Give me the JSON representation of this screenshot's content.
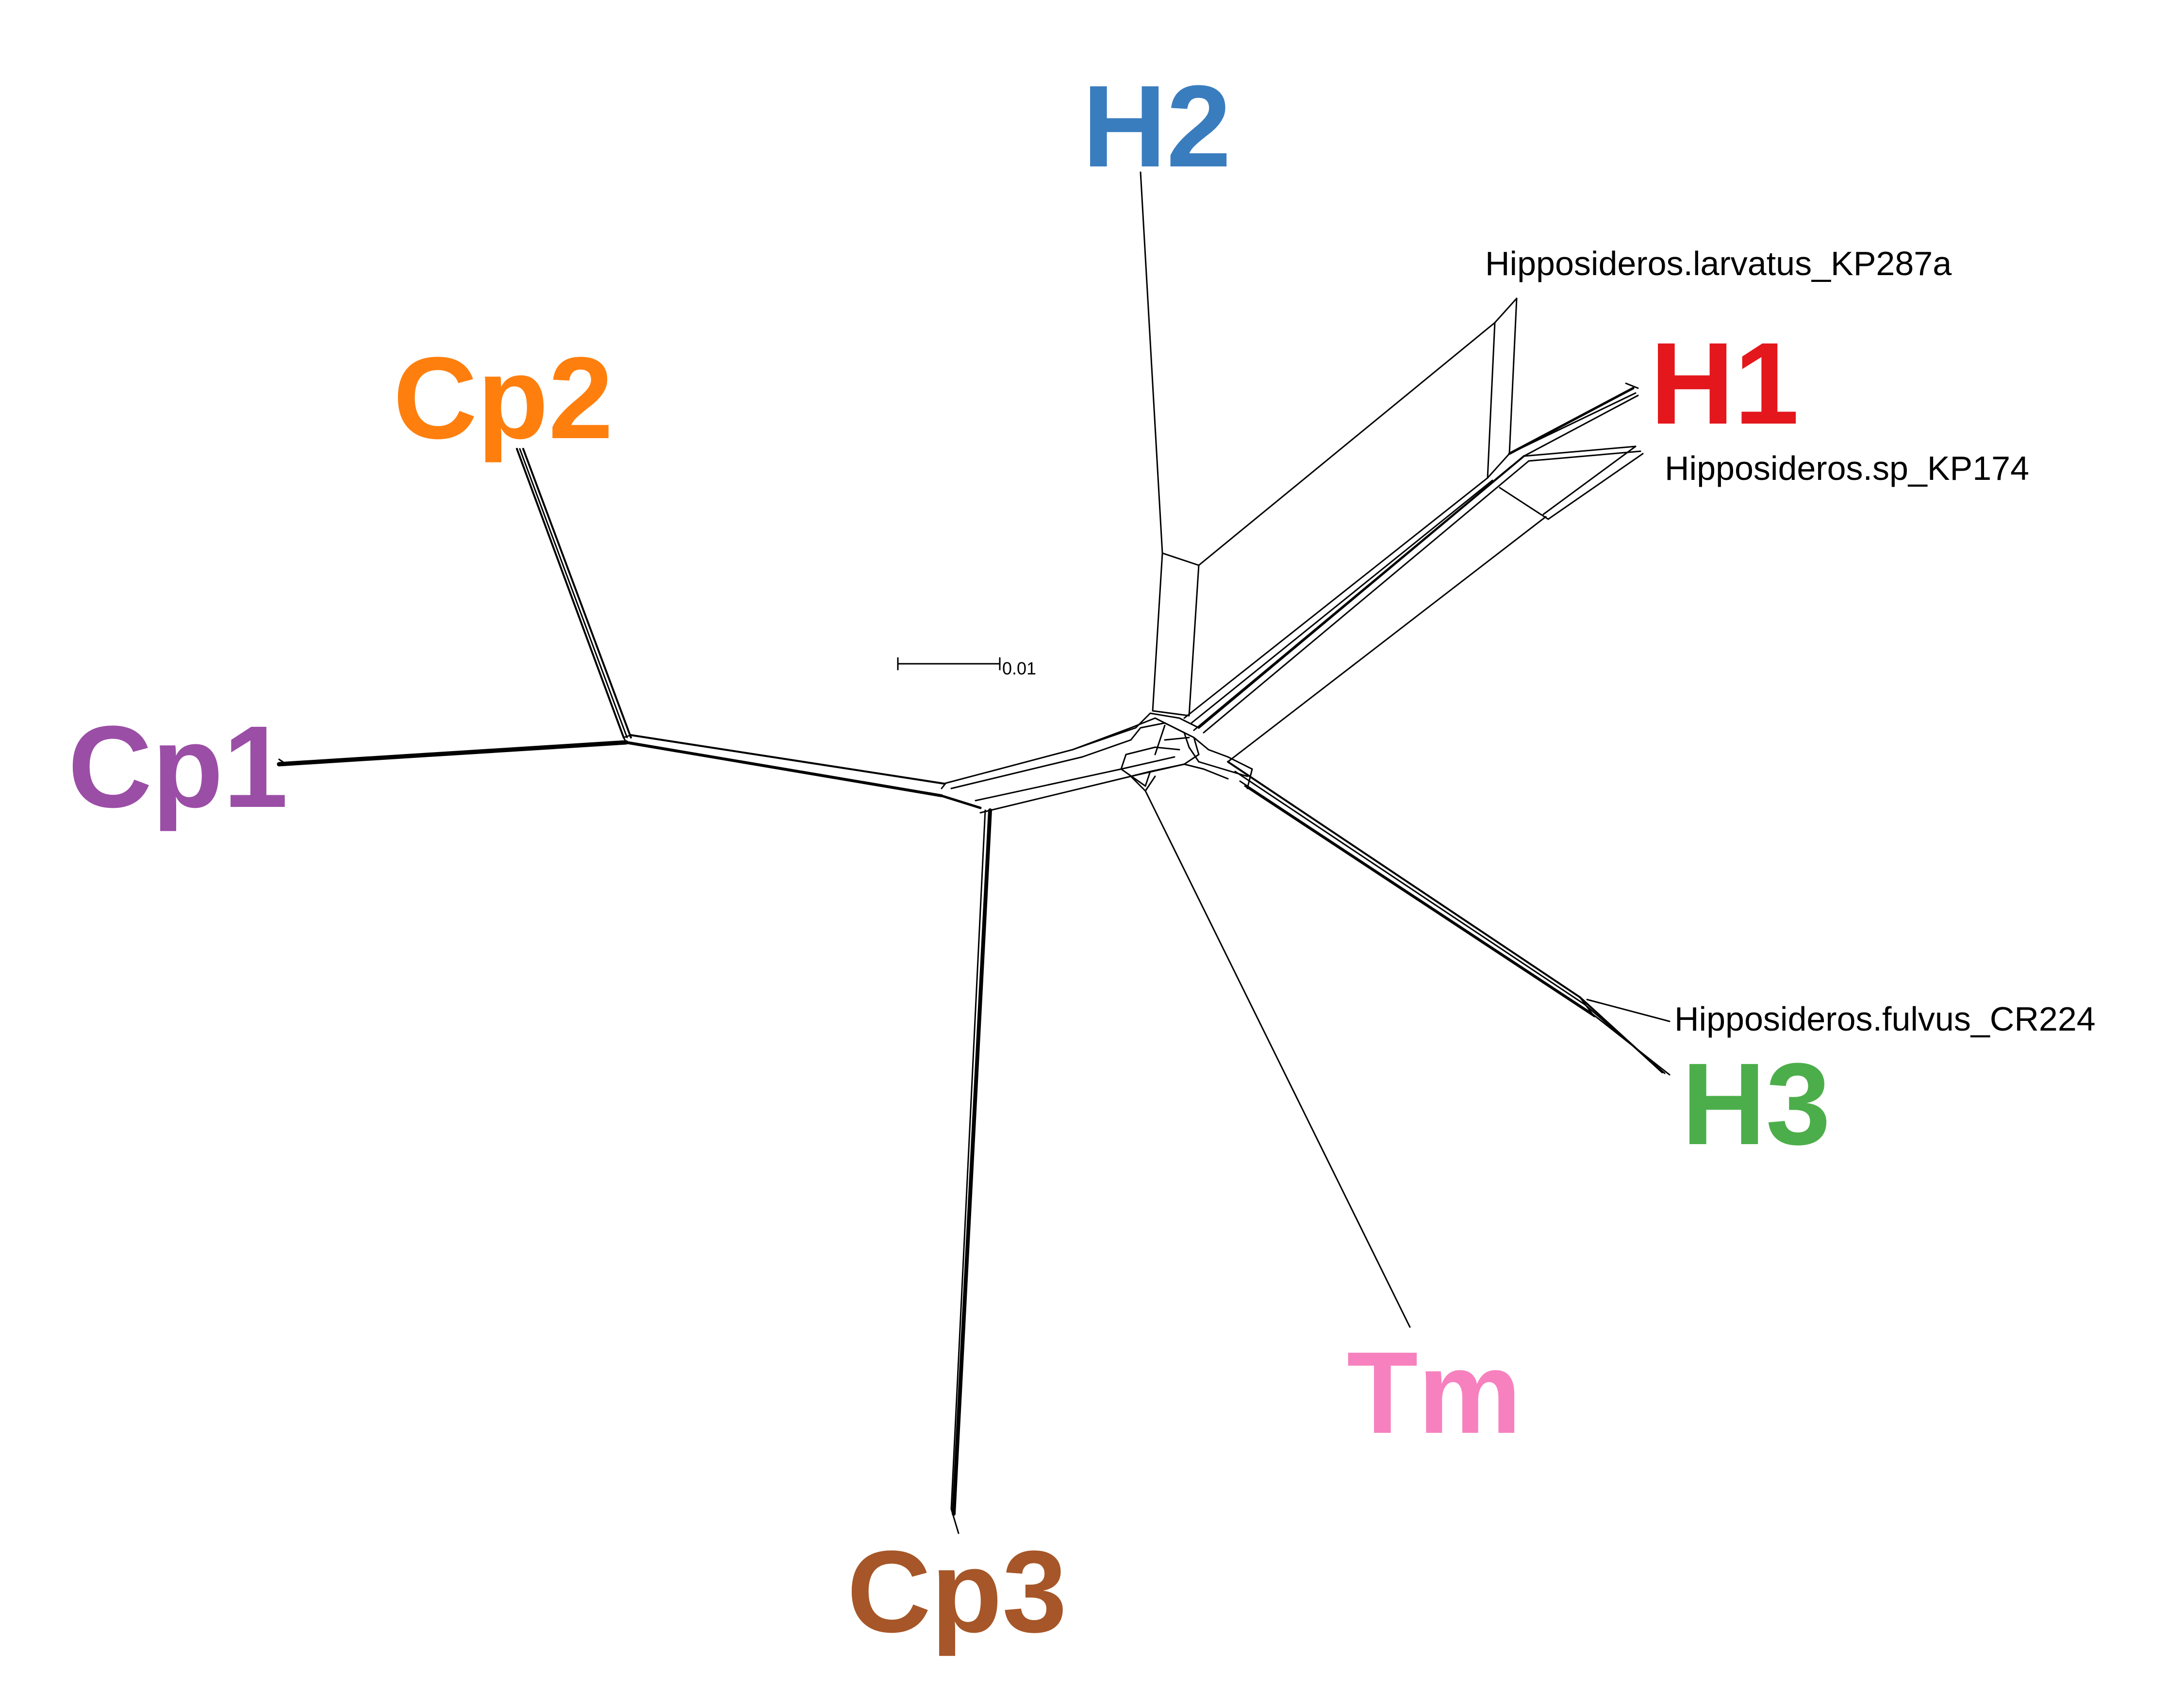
{
  "clades": {
    "h2": {
      "label": "H2",
      "color": "#3a7dbf"
    },
    "h1": {
      "label": "H1",
      "color": "#e3171c"
    },
    "cp2": {
      "label": "Cp2",
      "color": "#ff7f0e"
    },
    "cp1": {
      "label": "Cp1",
      "color": "#9b4ea6"
    },
    "h3": {
      "label": "H3",
      "color": "#4cae4a"
    },
    "tm": {
      "label": "Tm",
      "color": "#f781bf"
    },
    "cp3": {
      "label": "Cp3",
      "color": "#a65628"
    }
  },
  "taxa": {
    "larvatus": "Hipposideros.larvatus_KP287a",
    "sp": "Hipposideros.sp_KP174",
    "fulvus": "Hipposideros.fulvus_CR224"
  },
  "scale_bar": {
    "label": "0.01"
  }
}
